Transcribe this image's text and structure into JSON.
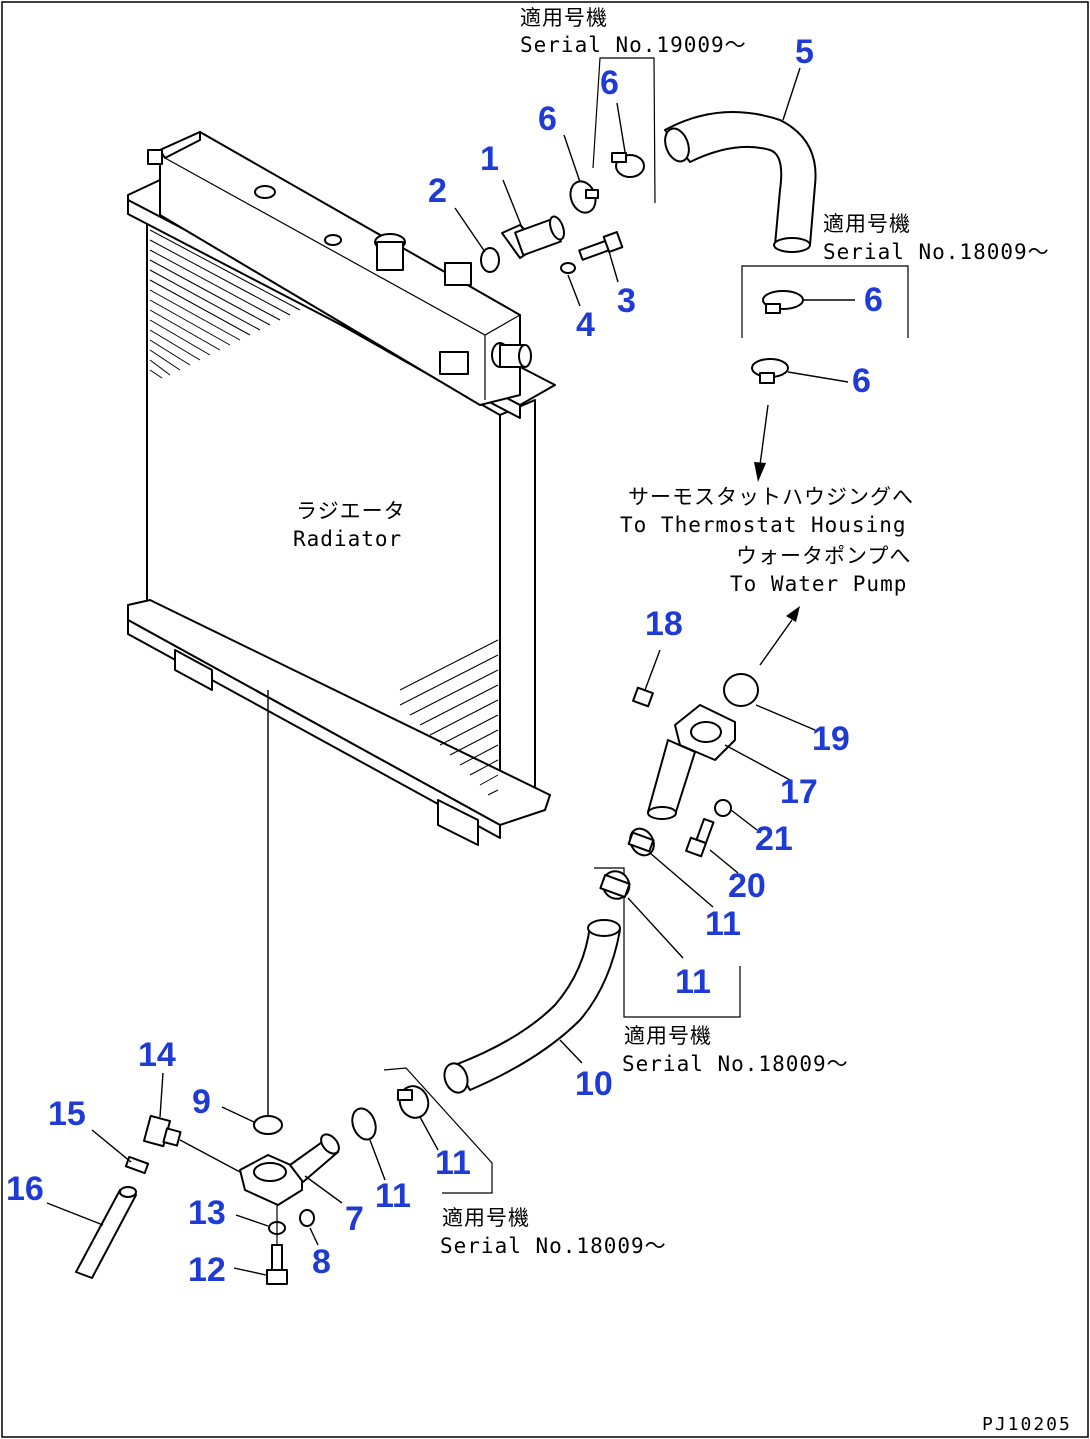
{
  "diagram_id": "PJ10205",
  "callouts": {
    "c1": "1",
    "c2": "2",
    "c3": "3",
    "c4": "4",
    "c5": "5",
    "c6a": "6",
    "c6b": "6",
    "c6c": "6",
    "c6d": "6",
    "c7": "7",
    "c8": "8",
    "c9": "9",
    "c10": "10",
    "c11a": "11",
    "c11b": "11",
    "c11c": "11",
    "c11d": "11",
    "c12": "12",
    "c13": "13",
    "c14": "14",
    "c15": "15",
    "c16": "16",
    "c17": "17",
    "c18": "18",
    "c19": "19",
    "c20": "20",
    "c21": "21"
  },
  "notes": {
    "serial_top_jp": "適用号機",
    "serial_top_en": "Serial No.19009～",
    "serial_right_jp": "適用号機",
    "serial_right_en": "Serial No.18009～",
    "serial_mid_jp": "適用号機",
    "serial_mid_en": "Serial No.18009～",
    "serial_bottom_jp": "適用号機",
    "serial_bottom_en": "Serial No.18009～"
  },
  "labels": {
    "radiator_jp": "ラジエータ",
    "radiator_en": "Radiator",
    "thermostat_jp": "サーモスタットハウジングへ",
    "thermostat_en": "To Thermostat Housing",
    "water_pump_jp": "ウォータポンプへ",
    "water_pump_en": "To Water Pump"
  }
}
